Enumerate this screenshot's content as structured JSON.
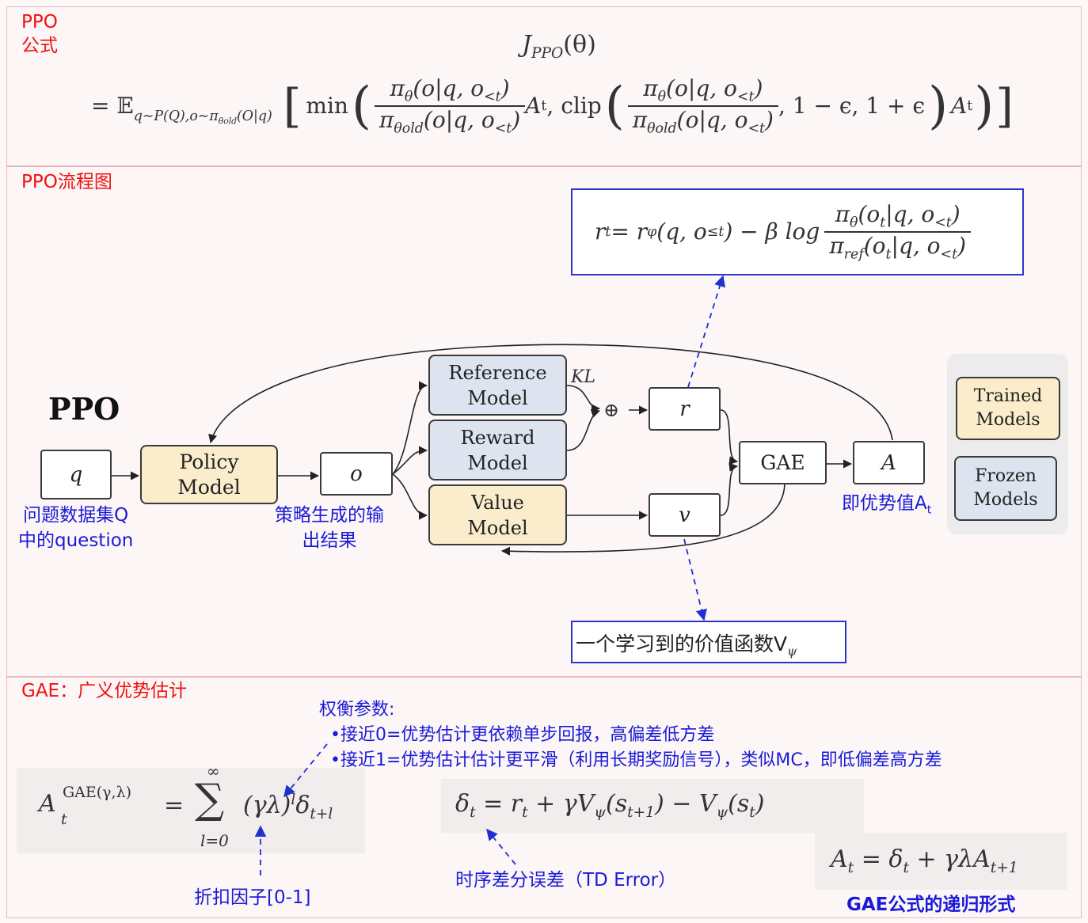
{
  "section1": {
    "title": "PPO\n公式",
    "formula_line1": "J",
    "formula_line1_sub": "PPO",
    "formula_line1_rest": "(θ)",
    "eq": "= 𝔼",
    "eq_sub": "q∼P(Q),o∼π",
    "eq_sub2": "θold",
    "eq_sub3": "(O|q)",
    "bracket_open": "[",
    "min": "min",
    "frac_num": "π",
    "frac_num_sub": "θ",
    "frac_num_rest": "(o|q, o",
    "frac_num_sub2": "<t",
    "frac_den": "π",
    "frac_den_sub": "θold",
    "frac_den_rest": "(o|q, o",
    "frac_den_sub2": "<t",
    "At": "A",
    "At_sub": "t",
    "clip": ", clip",
    "clip_args": ", 1 − ϵ, 1 + ϵ",
    "bracket_close": "]"
  },
  "section2": {
    "title": "PPO流程图",
    "diagram_title": "PPO",
    "reward_formula": {
      "lhs": "r",
      "lhs_sub": "t",
      "mid": " = r",
      "mid_sub": "φ",
      "mid_rest": "(q, o",
      "mid_sub2": "≤t",
      "mid_rest2": ") − β log",
      "num": "π",
      "num_sub": "θ",
      "num_rest": "(o",
      "num_sub2": "t",
      "num_rest2": "|q, o",
      "num_sub3": "<t",
      "num_end": ")",
      "den": "π",
      "den_sub": "ref",
      "den_rest": "(o",
      "den_sub2": "t",
      "den_rest2": "|q, o",
      "den_sub3": "<t",
      "den_end": ")"
    },
    "nodes": {
      "q": "q",
      "policy": "Policy\nModel",
      "o": "o",
      "reference": "Reference\nModel",
      "reward": "Reward\nModel",
      "value": "Value\nModel",
      "r": "r",
      "v": "v",
      "gae": "GAE",
      "A": "A",
      "kl": "KL",
      "oplus": "⊕"
    },
    "legend": {
      "trained": "Trained\nModels",
      "frozen": "Frozen\nModels"
    },
    "annotations": {
      "q_note": "问题数据集Q\n中的question",
      "o_note": "策略生成的输\n出结果",
      "A_note": "即优势值A",
      "A_note_sub": "t",
      "v_note": "一个学习到的价值函数V",
      "v_note_sub": "ψ"
    },
    "colors": {
      "trained": "#fbedcc",
      "frozen": "#dde4ef",
      "annotation": "#1a1ad8"
    }
  },
  "section3": {
    "title": "GAE：广义优势估计",
    "tradeoff_title": "权衡参数:",
    "tradeoff_1": "•接近0=优势估计更依赖单步回报，高偏差低方差",
    "tradeoff_2": "•接近1=优势估计估计更平滑（利用长期奖励信号），类似MC，即低偏差高方差",
    "gae_formula": {
      "lhs": "A",
      "lhs_sup": "GAE(γ,λ)",
      "lhs_sub": "t",
      "eq": "=",
      "sum_top": "∞",
      "sum": "∑",
      "sum_bottom": "l=0",
      "body": "(γλ)",
      "body_sup": "l",
      "delta": "δ",
      "delta_sub": "t+l"
    },
    "td_formula": {
      "lhs": "δ",
      "lhs_sub": "t",
      "rhs": " = r",
      "rhs_sub": "t",
      "rhs2": " + γV",
      "rhs2_sub": "ψ",
      "rhs3": "(s",
      "rhs3_sub": "t+1",
      "rhs4": ") − V",
      "rhs4_sub": "ψ",
      "rhs5": "(s",
      "rhs5_sub": "t",
      "rhs6": ")"
    },
    "recursive_formula": {
      "lhs": "A",
      "lhs_sub": "t",
      "rhs": " = δ",
      "rhs_sub": "t",
      "rhs2": " + γλA",
      "rhs2_sub": "t+1"
    },
    "discount_note": "折扣因子[0-1]",
    "td_note": "时序差分误差（TD Error）",
    "recursive_note": "GAE公式的递归形式"
  }
}
